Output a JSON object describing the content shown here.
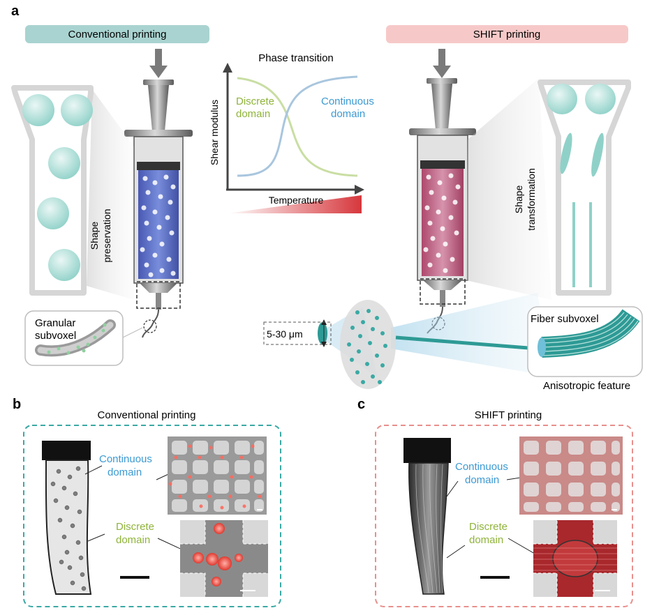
{
  "panels": {
    "a": "a",
    "b": "b",
    "c": "c"
  },
  "panel_a": {
    "conventional_title": "Conventional printing",
    "shift_title": "SHIFT printing",
    "phase_title": "Phase transition",
    "y_axis": "Shear modulus",
    "x_axis": "Temperature",
    "discrete_l1": "Discrete",
    "discrete_l2": "domain",
    "continuous_l1": "Continuous",
    "continuous_l2": "domain",
    "shape_pres_l1": "Shape",
    "shape_pres_l2": "preservation",
    "shape_trans_l1": "Shape",
    "shape_trans_l2": "transformation",
    "granular_l1": "Granular",
    "granular_l2": "subvoxel",
    "size_label": "5-30 μm",
    "fiber_label": "Fiber subvoxel",
    "anisotropic_label": "Anisotropic feature"
  },
  "panel_b": {
    "title": "Conventional printing",
    "continuous_l1": "Continuous",
    "continuous_l2": "domain",
    "discrete_l1": "Discrete",
    "discrete_l2": "domain"
  },
  "panel_c": {
    "title": "SHIFT printing",
    "continuous_l1": "Continuous",
    "continuous_l2": "domain",
    "discrete_l1": "Discrete",
    "discrete_l2": "domain"
  },
  "colors": {
    "teal": "#3aa9a4",
    "teal_bar": "#a9d3d0",
    "pink_bar": "#f6c9c8",
    "discrete_green": "#8fb43a",
    "continuous_blue": "#3c9ad2",
    "red": "#d6373c"
  }
}
